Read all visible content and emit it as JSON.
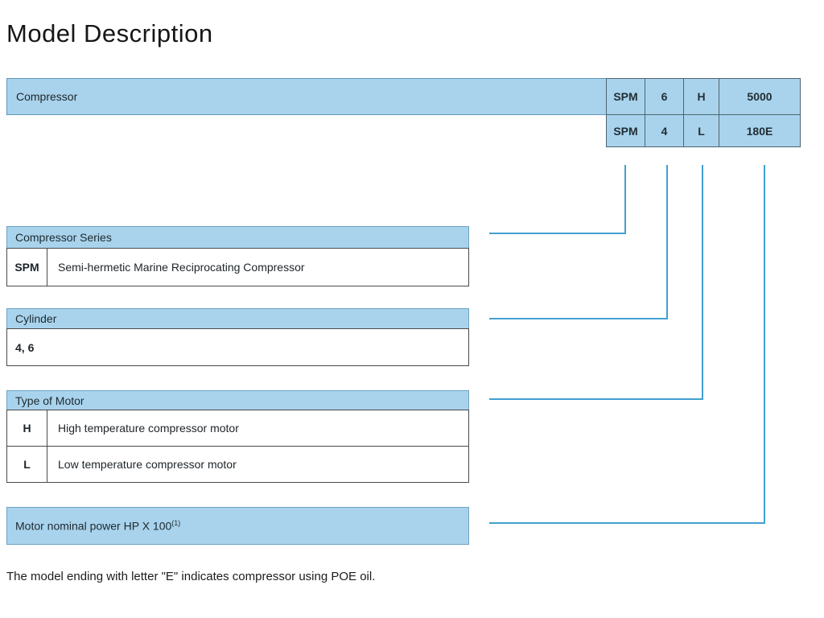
{
  "title": "Model Description",
  "top_table": {
    "label": "Compressor",
    "rows": [
      [
        "SPM",
        "6",
        "H",
        "5000"
      ],
      [
        "SPM",
        "4",
        "L",
        "180E"
      ]
    ]
  },
  "sections": {
    "series": {
      "header": "Compressor Series",
      "code": "SPM",
      "desc": "Semi-hermetic Marine Reciprocating Compressor"
    },
    "cylinder": {
      "header": "Cylinder",
      "value": "4, 6"
    },
    "motor": {
      "header": "Type of Motor",
      "rows": [
        {
          "code": "H",
          "desc": "High temperature compressor motor"
        },
        {
          "code": "L",
          "desc": "Low temperature compressor motor"
        }
      ]
    },
    "power": {
      "header": "Motor nominal power HP X 100",
      "superscript": "(1)"
    }
  },
  "footnote": "The model ending with letter \"E\" indicates compressor using POE oil.",
  "colors": {
    "fill_blue": "#a9d3ec",
    "header_border_blue": "#6ba3c4",
    "cell_border": "#4d6570",
    "connector_blue": "#42a0d2",
    "body_border": "#4a4a4a"
  }
}
